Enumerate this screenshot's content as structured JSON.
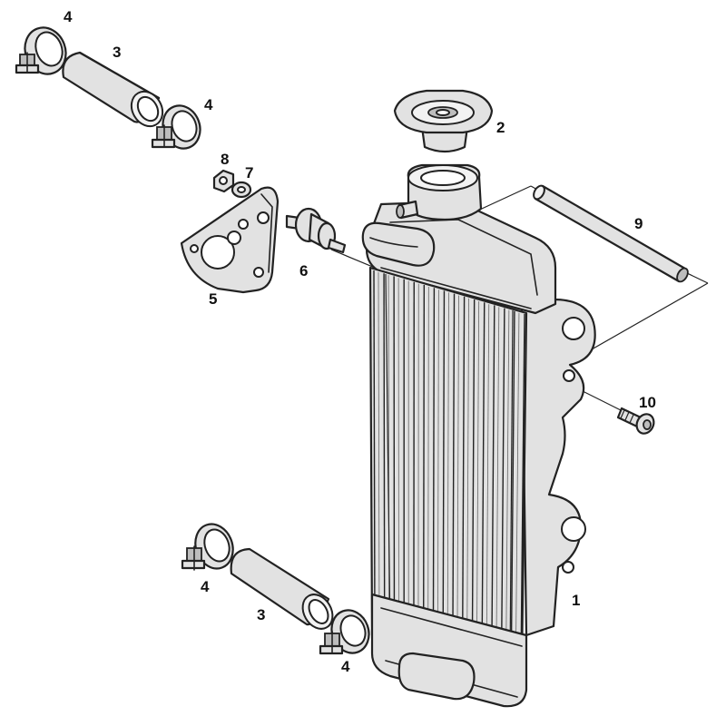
{
  "callouts": [
    {
      "id": "c1",
      "text": "1"
    },
    {
      "id": "c2",
      "text": "2"
    },
    {
      "id": "c3a",
      "text": "3"
    },
    {
      "id": "c3b",
      "text": "3"
    },
    {
      "id": "c4a",
      "text": "4"
    },
    {
      "id": "c4b",
      "text": "4"
    },
    {
      "id": "c4c",
      "text": "4"
    },
    {
      "id": "c4d",
      "text": "4"
    },
    {
      "id": "c5",
      "text": "5"
    },
    {
      "id": "c6",
      "text": "6"
    },
    {
      "id": "c7",
      "text": "7"
    },
    {
      "id": "c8",
      "text": "8"
    },
    {
      "id": "c9",
      "text": "9"
    },
    {
      "id": "c10",
      "text": "10"
    }
  ],
  "colors": {
    "ink": "#222222",
    "fill": "#e2e2e2",
    "background": "#ffffff"
  }
}
